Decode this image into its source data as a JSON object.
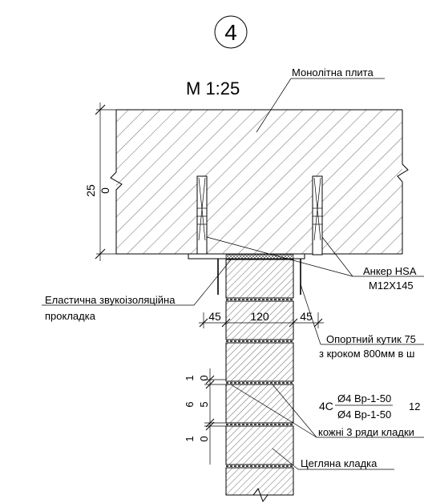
{
  "detail_number": "4",
  "scale": "М 1:25",
  "labels": {
    "slab": "Монолітна плита",
    "anchor_line1": "Анкер HSA",
    "anchor_line2": "M12X145",
    "elastic_line1": "Еластична звукоізоляційна",
    "elastic_line2": "прокладка",
    "angle_line1": "Опортний кутик 75",
    "angle_line2": "з кроком 800мм в ш",
    "mesh_prefix": "4С",
    "mesh_top": "Ø4 Вр-1-50",
    "mesh_bottom": "Ø4 Вр-1-50",
    "mesh_right": "12",
    "mesh_note": "кожні 3 ряди кладки",
    "brick": "Цегляна кладка"
  },
  "dimensions": {
    "slab_thickness": "25",
    "slab_zero": "0",
    "left_offset": "45",
    "wall_width": "120",
    "right_offset": "45",
    "joint_top_1": "1",
    "joint_top_0": "0",
    "brick_6": "6",
    "brick_5": "5",
    "joint_bot_1": "1",
    "joint_bot_0": "0"
  }
}
